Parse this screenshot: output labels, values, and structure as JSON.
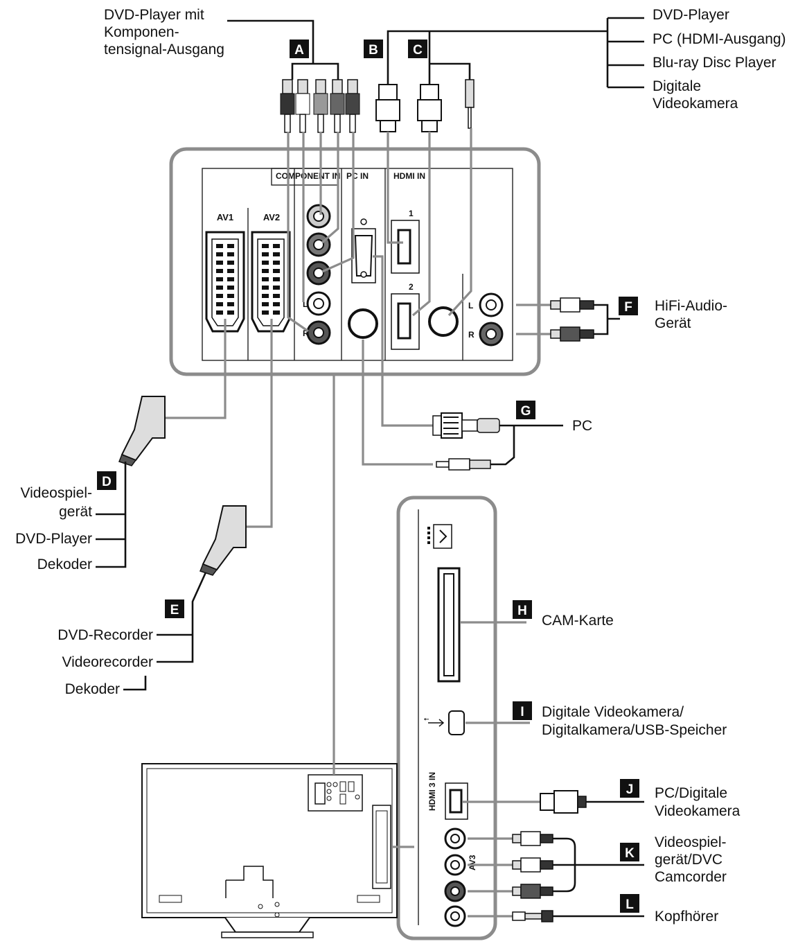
{
  "badges": [
    "A",
    "B",
    "C",
    "D",
    "E",
    "F",
    "G",
    "H",
    "I",
    "J",
    "K",
    "L"
  ],
  "labels": {
    "a_line1": "DVD-Player mit",
    "a_line2": "Komponen-",
    "a_line3": "tensignal-Ausgang",
    "bc_1": "DVD-Player",
    "bc_2": "PC (HDMI-Ausgang)",
    "bc_3": "Blu-ray Disc Player",
    "bc_4a": "Digitale",
    "bc_4b": "Videokamera",
    "d_1a": "Videospiel-",
    "d_1b": "gerät",
    "d_2": "DVD-Player",
    "d_3": "Dekoder",
    "e_1": "DVD-Recorder",
    "e_2": "Videorecorder",
    "e_3": "Dekoder",
    "f_1": "HiFi-Audio-",
    "f_2": "Gerät",
    "g_1": "PC",
    "h_1": "CAM-Karte",
    "i_1": "Digitale Videokamera/",
    "i_2": "Digitalkamera/USB-Speicher",
    "j_1": "PC/Digitale",
    "j_2": "Videokamera",
    "k_1": "Videospiel-",
    "k_2": "gerät/DVC",
    "k_3": "Camcorder",
    "l_1": "Kopfhörer"
  },
  "panel": {
    "component_in": "COMPONENT IN",
    "pc_in": "PC IN",
    "hdmi_in": "HDMI IN",
    "av1": "AV1",
    "av2": "AV2",
    "hdmi1": "1",
    "hdmi2": "2",
    "l": "L",
    "r": "R",
    "hdmi3": "HDMI 3 IN",
    "av3": "AV3"
  }
}
